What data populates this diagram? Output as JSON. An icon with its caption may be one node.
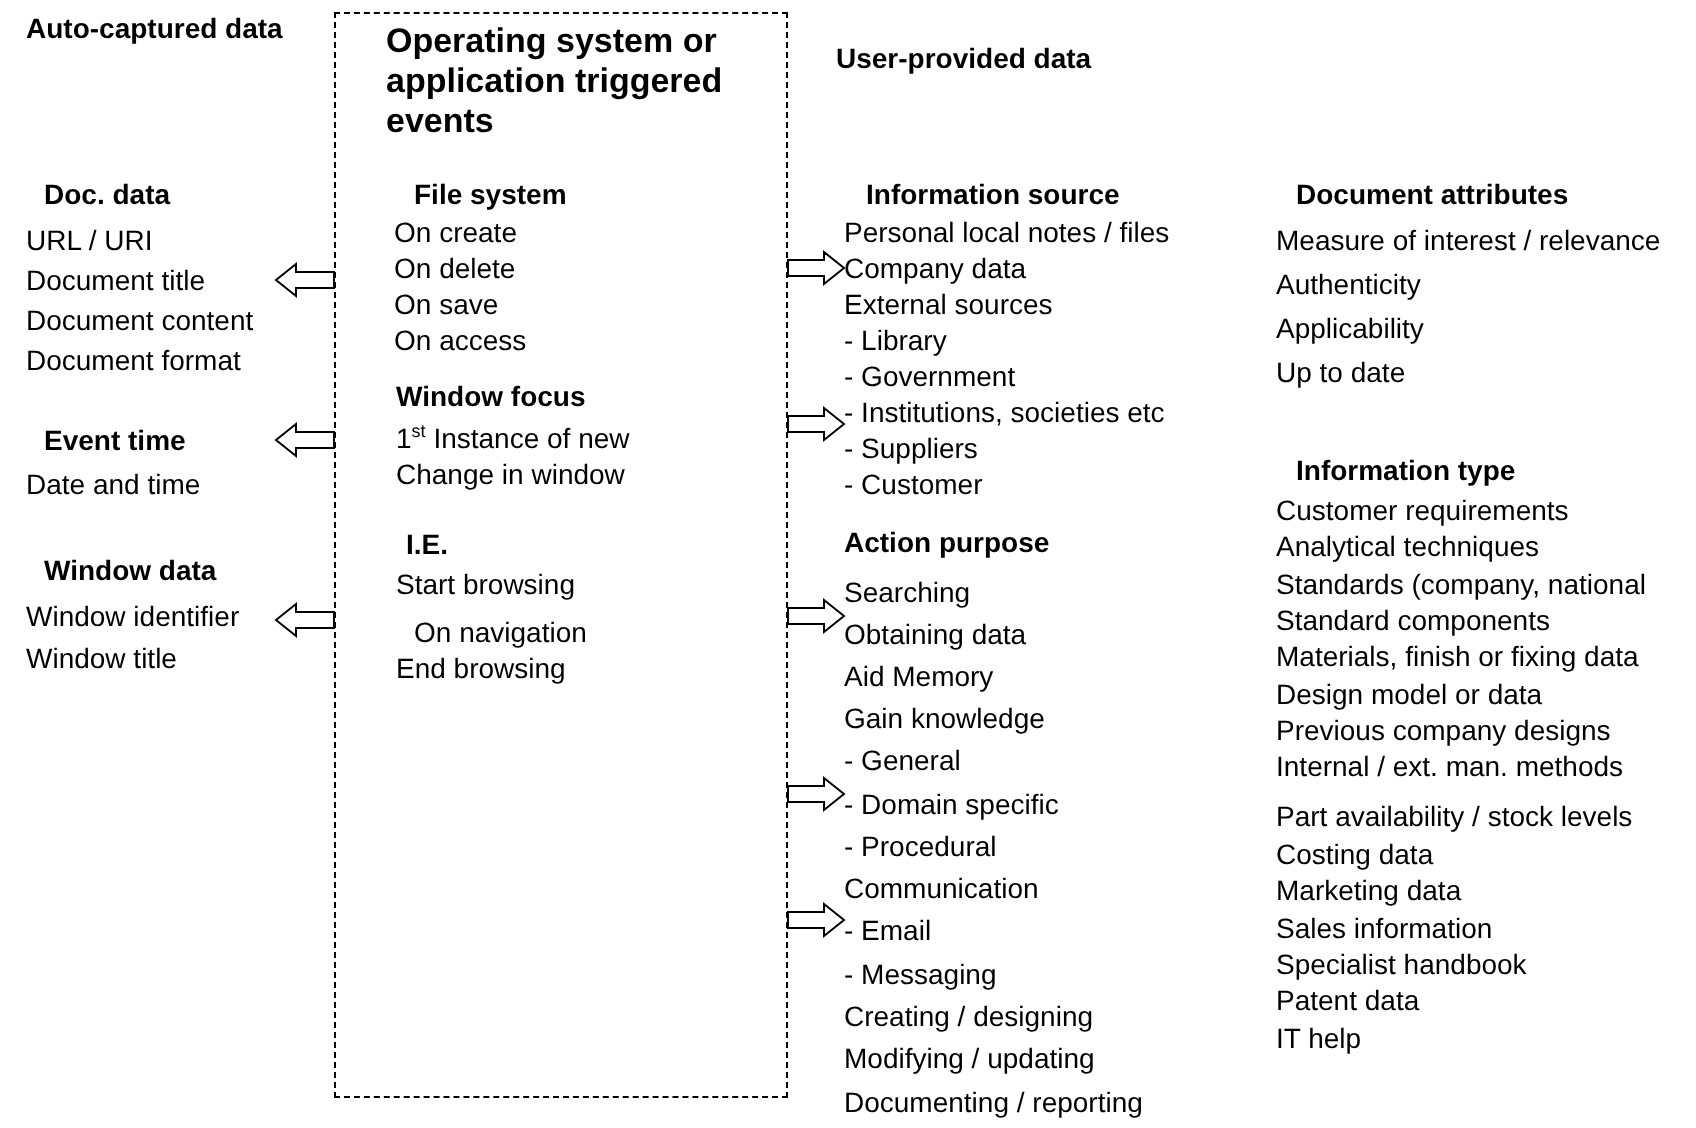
{
  "diagram": {
    "nodes": [
      {
        "text": [
          "Operating system or application triggered events"
        ]
      },
      {
        "text": [
          "Doc. data",
          "URL / URI",
          "Document title",
          "Document content",
          "Document format"
        ]
      },
      {
        "text": [
          "Event time",
          "Date and time"
        ]
      },
      {
        "text": [
          "Window data",
          "Window identifier",
          "Window title"
        ]
      },
      {
        "text": [
          "Information source",
          "Personal local notes / files",
          "Company data",
          "External sources",
          "- Library",
          "- Government",
          "- Institutions, societies etc",
          "- Suppliers",
          "- Customer"
        ]
      },
      {
        "text": [
          "Action purpose",
          "Searching",
          "Obtaining data",
          "Aid Memory",
          "Gain knowledge",
          "- General",
          "- Domain specific",
          "- Procedural",
          "Communication",
          "- Email",
          "- Messaging",
          "Creating / designing",
          "Modifying / updating",
          "Documenting / reporting"
        ]
      }
    ],
    "edges": [
      {
        "from": 0,
        "to": 1,
        "arrow": "to"
      },
      {
        "from": 0,
        "to": 2,
        "arrow": "to"
      },
      {
        "from": 0,
        "to": 3,
        "arrow": "to"
      },
      {
        "from": 0,
        "to": 4,
        "arrow": "to"
      },
      {
        "from": 0,
        "to": 4,
        "arrow": "to"
      },
      {
        "from": 0,
        "to": 5,
        "arrow": "to"
      },
      {
        "from": 0,
        "to": 5,
        "arrow": "to"
      },
      {
        "from": 0,
        "to": 5,
        "arrow": "to"
      }
    ],
    "labels": [
      "Auto-captured data",
      "User-provided data",
      "File system",
      "On create",
      "On delete",
      "On save",
      "On access",
      "Window focus",
      "1$^{st}$ Instance of new",
      "Change in window",
      "I.E.",
      "Start browsing",
      "On navigation",
      "End browsing",
      "Document attributes",
      "Measure of interest / relevance",
      "Authenticity",
      "Applicability",
      "Up to date",
      "Information type",
      "Customer requirements",
      "Analytical techniques",
      "Standards (company, national",
      "Standard components",
      "Materials, finish or fixing data",
      "Design model or data",
      "Previous company designs",
      "Internal / ext. man. methods",
      "Part availability / stock levels",
      "Costing data",
      "Marketing data",
      "Sales information",
      "Specialist handbook",
      "Patent data",
      "IT help"
    ]
  }
}
